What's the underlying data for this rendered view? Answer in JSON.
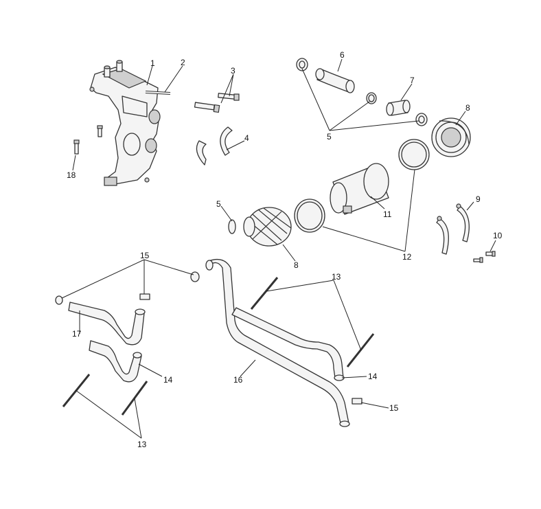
{
  "callouts": {
    "c1": "1",
    "c2": "2",
    "c3": "3",
    "c4": "4",
    "c5a": "5",
    "c5b": "5",
    "c6": "6",
    "c7": "7",
    "c8a": "8",
    "c8b": "8",
    "c9": "9",
    "c10": "10",
    "c11": "11",
    "c12": "12",
    "c13a": "13",
    "c13b": "13",
    "c14a": "14",
    "c14b": "14",
    "c15a": "15",
    "c15b": "15",
    "c16": "16",
    "c17": "17",
    "c18": "18"
  }
}
